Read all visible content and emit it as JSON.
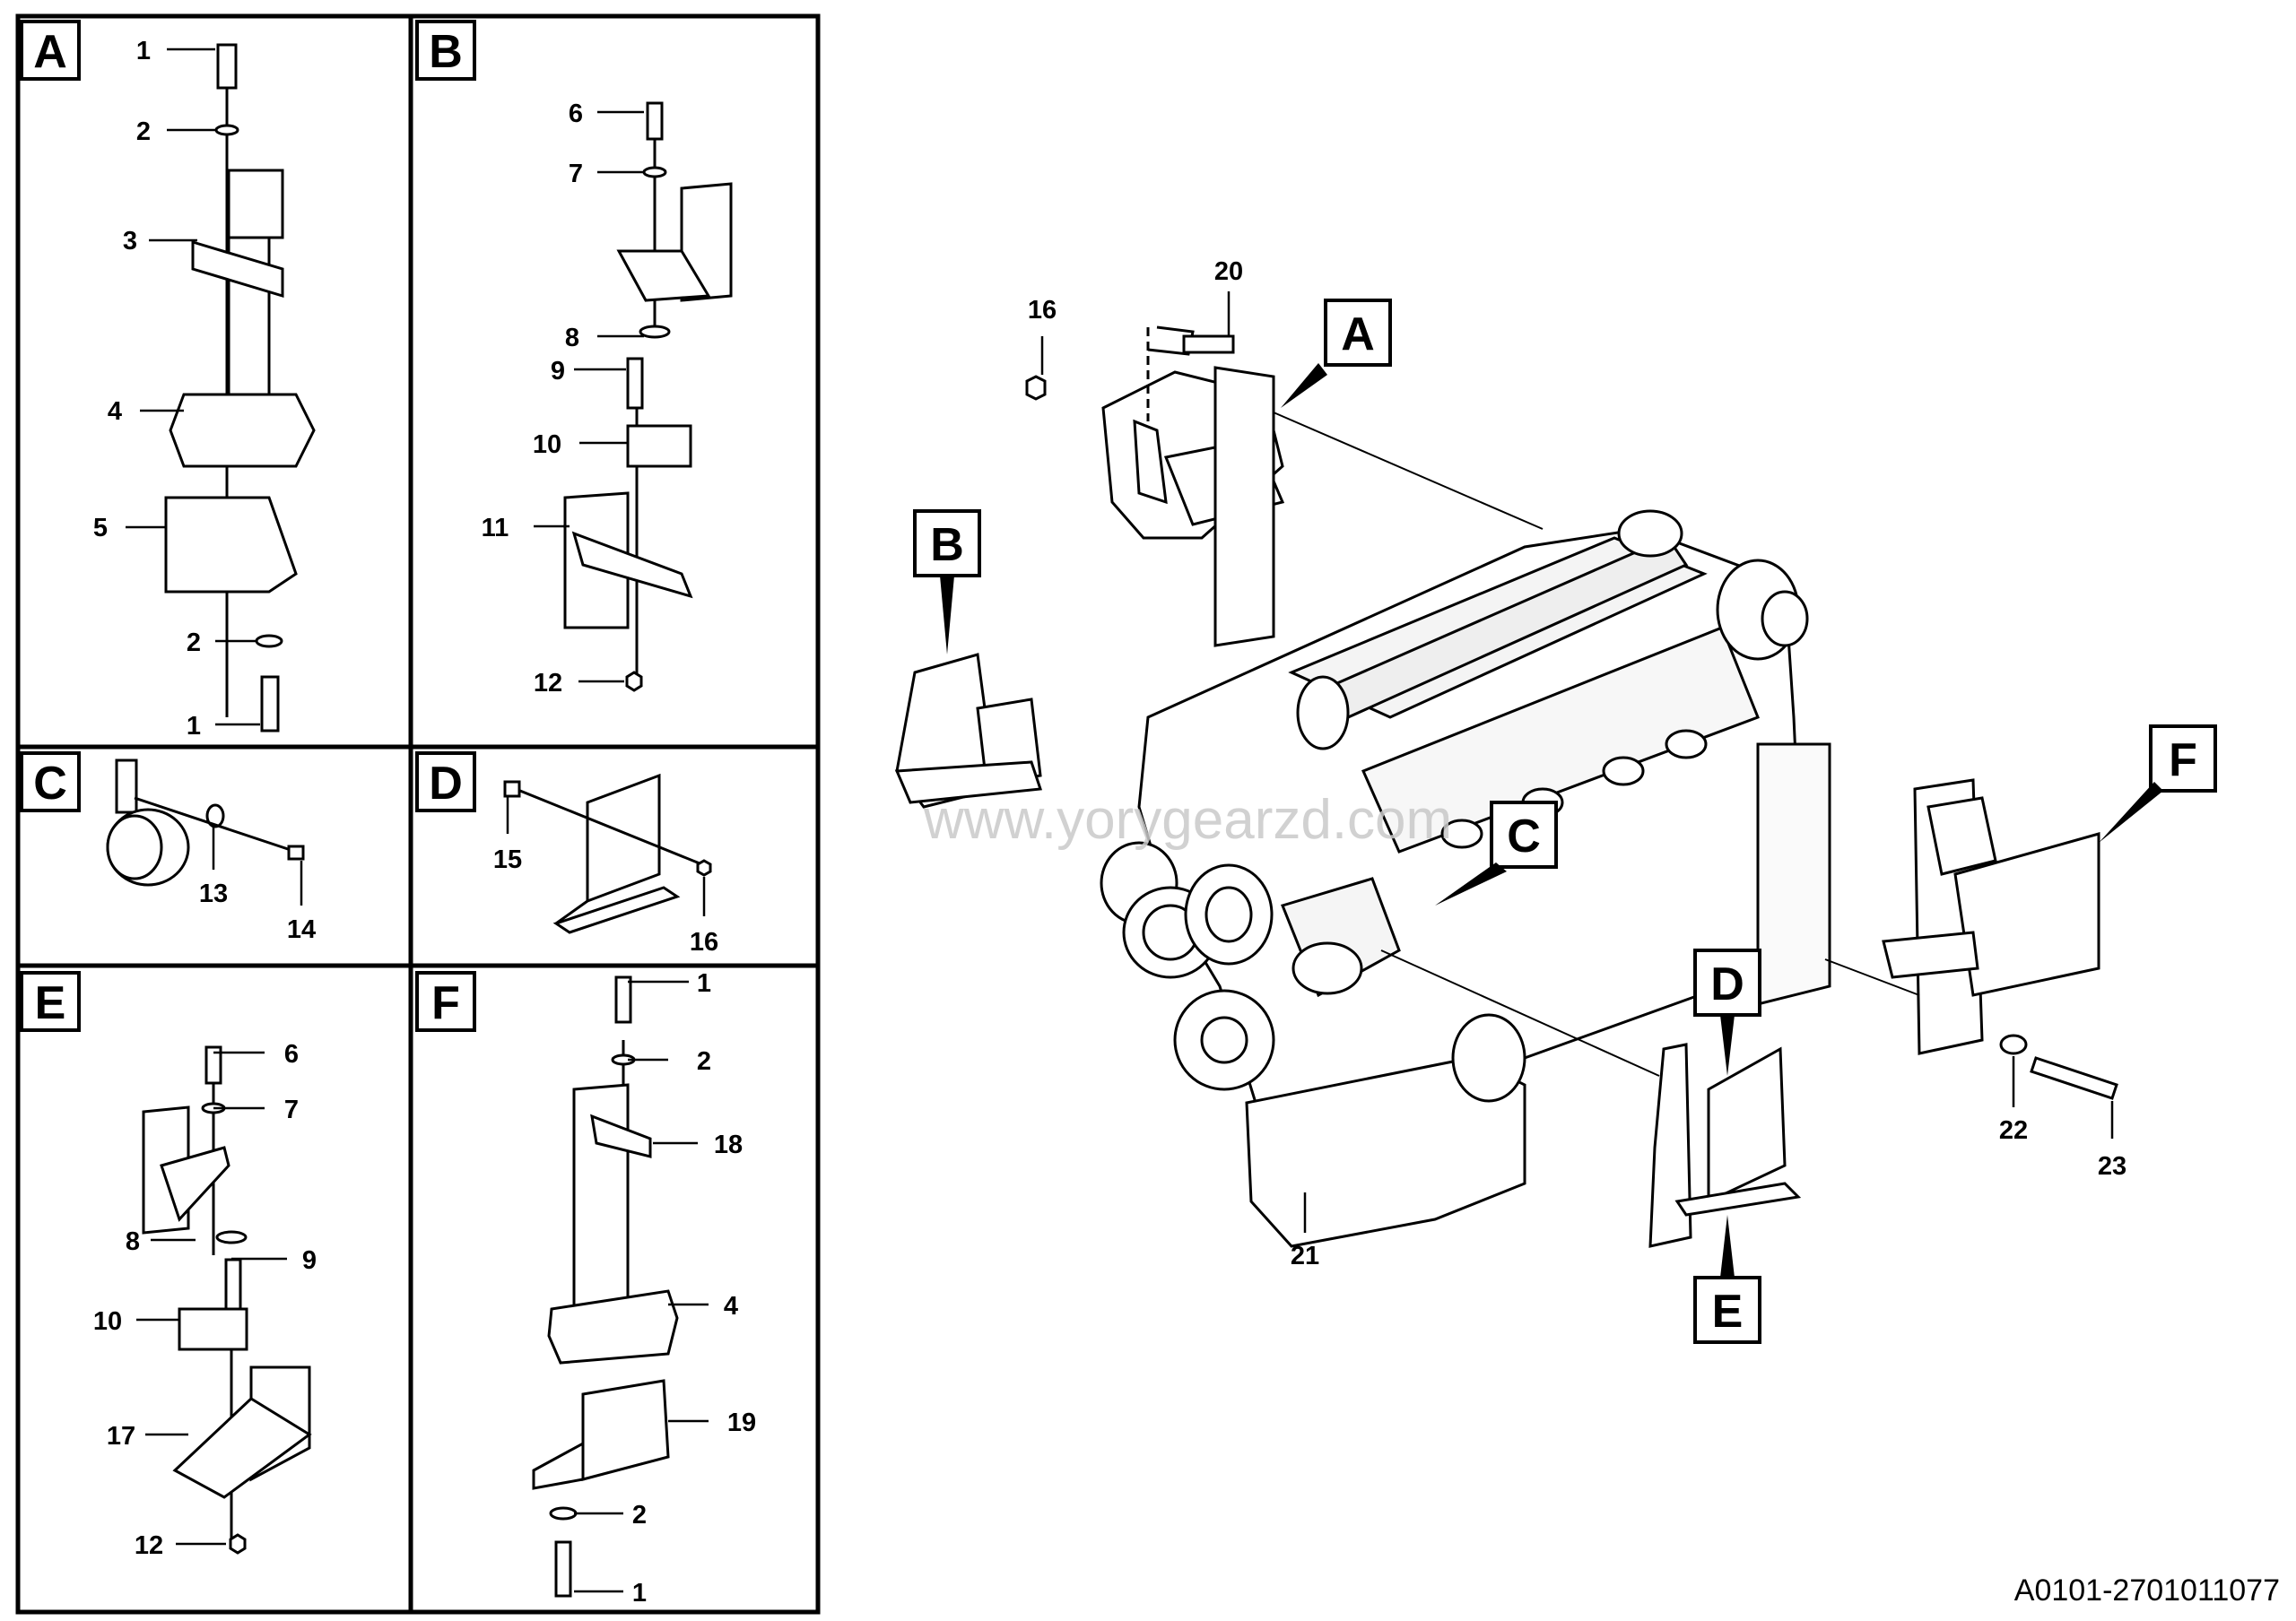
{
  "panels": {
    "A": {
      "label": "A",
      "callouts": [
        "1",
        "2",
        "3",
        "4",
        "5",
        "2",
        "1"
      ]
    },
    "B": {
      "label": "B",
      "callouts": [
        "6",
        "7",
        "8",
        "9",
        "10",
        "11",
        "12"
      ]
    },
    "C": {
      "label": "C",
      "callouts": [
        "13",
        "14"
      ]
    },
    "D": {
      "label": "D",
      "callouts": [
        "15",
        "16"
      ]
    },
    "E": {
      "label": "E",
      "callouts": [
        "6",
        "7",
        "8",
        "9",
        "10",
        "17",
        "12"
      ]
    },
    "F": {
      "label": "F",
      "callouts": [
        "1",
        "2",
        "18",
        "4",
        "19",
        "2",
        "1"
      ]
    }
  },
  "main": {
    "view_labels": [
      "A",
      "B",
      "C",
      "D",
      "E",
      "F"
    ],
    "callouts": [
      "16",
      "20",
      "21",
      "22",
      "23"
    ]
  },
  "watermark": "www.yorygearzd.com",
  "drawing_number": "A0101-2701011077"
}
